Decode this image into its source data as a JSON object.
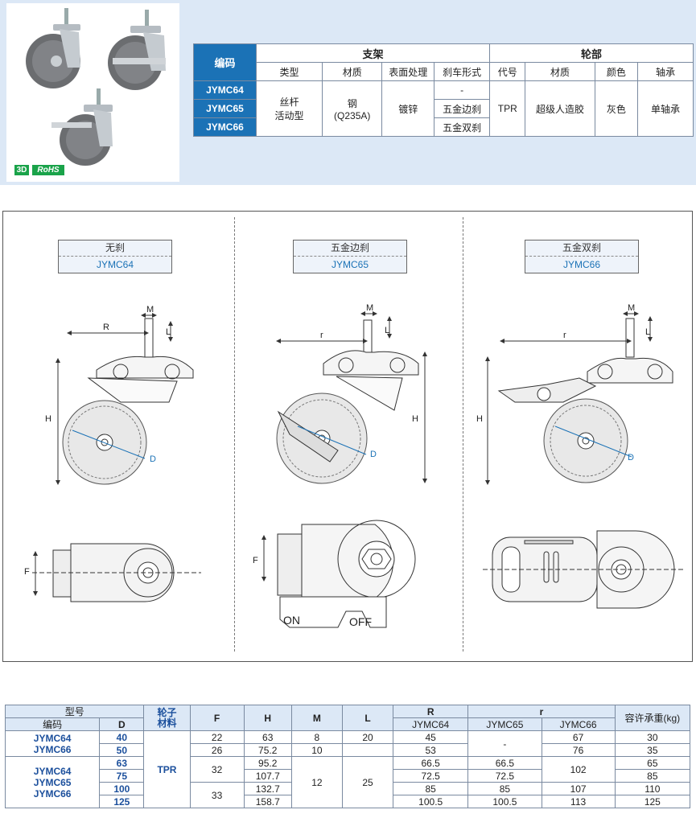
{
  "badges": {
    "three_d": "3D",
    "rohs": "RoHS"
  },
  "spec": {
    "code_header": "编码",
    "bracket_header": "支架",
    "wheel_header": "轮部",
    "sub_headers": [
      "类型",
      "材质",
      "表面处理",
      "刹车形式",
      "代号",
      "材质",
      "颜色",
      "轴承"
    ],
    "codes": [
      "JYMC64",
      "JYMC65",
      "JYMC66"
    ],
    "type_line1": "丝杆",
    "type_line2": "活动型",
    "material_line1": "钢",
    "material_line2": "(Q235A)",
    "finish": "镀锌",
    "brakes": [
      "-",
      "五金边刹",
      "五金双刹"
    ],
    "wheel_code": "TPR",
    "wheel_material": "超级人造胶",
    "color": "灰色",
    "bearing": "单轴承"
  },
  "drawings": [
    {
      "title": "无刹",
      "code": "JYMC64",
      "dims": {
        "M": "M",
        "L": "L",
        "R": "R",
        "H": "H",
        "D": "D",
        "F": "F"
      }
    },
    {
      "title": "五金边刹",
      "code": "JYMC65",
      "dims": {
        "M": "M",
        "L": "L",
        "R": "r",
        "H": "H",
        "D": "D",
        "F": "F"
      },
      "on": "ON",
      "off": "OFF"
    },
    {
      "title": "五金双刹",
      "code": "JYMC66",
      "dims": {
        "M": "M",
        "L": "L",
        "R": "r",
        "H": "H",
        "D": "D"
      }
    }
  ],
  "dims_table": {
    "model": "型号",
    "code": "编码",
    "d": "D",
    "wheel_mat_1": "轮子",
    "wheel_mat_2": "材料",
    "f": "F",
    "h": "H",
    "m": "M",
    "l": "L",
    "R": "R",
    "r": "r",
    "jymc64": "JYMC64",
    "jymc65": "JYMC65",
    "jymc66": "JYMC66",
    "load": "容许承重(kg)",
    "group1_codes": [
      "JYMC64",
      "JYMC66"
    ],
    "group2_codes": [
      "JYMC64",
      "JYMC65",
      "JYMC66"
    ],
    "tpr": "TPR",
    "rows": [
      {
        "D": "40",
        "F": "22",
        "H": "63",
        "M": "8",
        "L": "20",
        "R64": "45",
        "r65": "-",
        "r66": "67",
        "load": "30"
      },
      {
        "D": "50",
        "F": "26",
        "H": "75.2",
        "M": "10",
        "L": "",
        "R64": "53",
        "r65": "",
        "r66": "76",
        "load": "35"
      },
      {
        "D": "63",
        "F": "32",
        "H": "95.2",
        "M": "12",
        "L": "25",
        "R64": "66.5",
        "r65": "66.5",
        "r66": "102",
        "load": "65"
      },
      {
        "D": "75",
        "F": "",
        "H": "107.7",
        "M": "",
        "L": "",
        "R64": "72.5",
        "r65": "72.5",
        "r66": "",
        "load": "85"
      },
      {
        "D": "100",
        "F": "33",
        "H": "132.7",
        "M": "",
        "L": "",
        "R64": "85",
        "r65": "85",
        "r66": "107",
        "load": "110"
      },
      {
        "D": "125",
        "F": "",
        "H": "158.7",
        "M": "",
        "L": "",
        "R64": "100.5",
        "r65": "100.5",
        "r66": "113",
        "load": "125"
      }
    ]
  }
}
